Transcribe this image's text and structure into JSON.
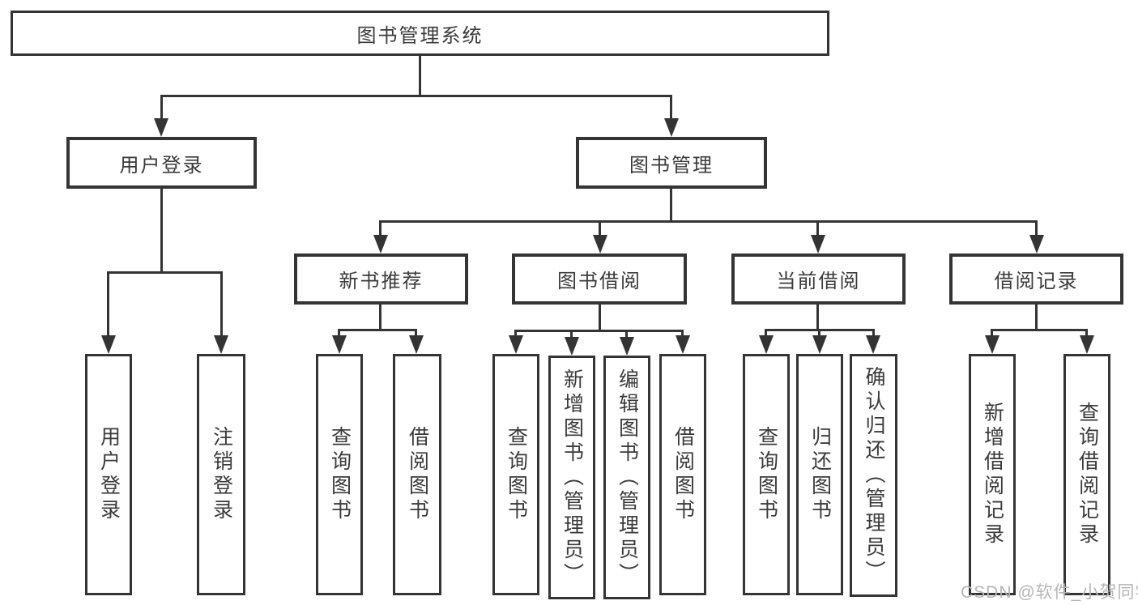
{
  "tree": {
    "label": "图书管理系统",
    "children": [
      {
        "label": "用户登录",
        "children": [
          {
            "label": "用户登录"
          },
          {
            "label": "注销登录"
          }
        ]
      },
      {
        "label": "图书管理",
        "children": [
          {
            "label": "新书推荐",
            "children": [
              {
                "label": "查询图书"
              },
              {
                "label": "借阅图书"
              }
            ]
          },
          {
            "label": "图书借阅",
            "children": [
              {
                "label": "查询图书"
              },
              {
                "label": "新增图书（管理员）"
              },
              {
                "label": "编辑图书（管理员）"
              },
              {
                "label": "借阅图书"
              }
            ]
          },
          {
            "label": "当前借阅",
            "children": [
              {
                "label": "查询图书"
              },
              {
                "label": "归还图书"
              },
              {
                "label": "确认归还（管理员）"
              }
            ]
          },
          {
            "label": "借阅记录",
            "children": [
              {
                "label": "新增借阅记录"
              },
              {
                "label": "查询借阅记录"
              }
            ]
          }
        ]
      }
    ]
  },
  "watermark": {
    "text": "CSDN @软件_小贺同学",
    "color": "#b6b6b6"
  },
  "colors": {
    "line": "#343434",
    "box_fill": "#ffffff",
    "text": "#3a3a3a",
    "background": "#ffffff"
  }
}
